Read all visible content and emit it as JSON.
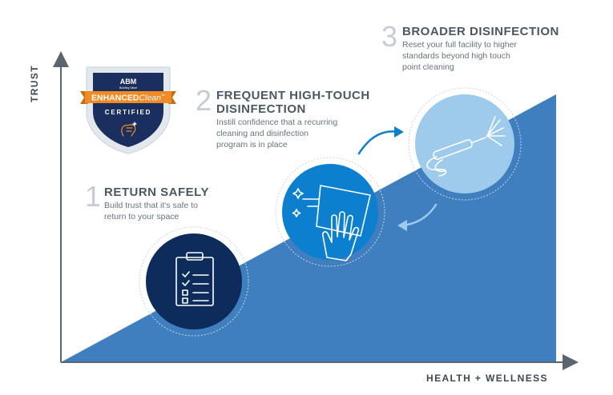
{
  "badge": {
    "brand": "ABM",
    "sub": "Building Value",
    "ribbon_part1": "ENHANCED",
    "ribbon_part2": "Clean",
    "trademark": "™",
    "certified": "CERTIFIED"
  },
  "steps": [
    {
      "number": "1",
      "title_lines": [
        "RETURN SAFELY"
      ],
      "desc_lines": [
        "Build trust that it's safe to",
        "return to your space"
      ]
    },
    {
      "number": "2",
      "title_lines": [
        "FREQUENT HIGH-TOUCH",
        "DISINFECTION"
      ],
      "desc_lines": [
        "Instill confidence that a recurring",
        "cleaning and disinfection",
        "program is in place"
      ]
    },
    {
      "number": "3",
      "title_lines": [
        "BROADER DISINFECTION"
      ],
      "desc_lines": [
        "Reset your full facility to higher",
        "standards beyond high touch",
        "point cleaning"
      ]
    }
  ],
  "axes": {
    "y_label": "TRUST",
    "x_label": "HEALTH + WELLNESS"
  },
  "icons": [
    "clipboard-checklist-icon",
    "hand-wiping-cloth-icon",
    "electrostatic-sprayer-icon"
  ],
  "colors": {
    "ramp": "#3f7fbf",
    "navy": "#0d2b5b",
    "blue": "#0d7fcf",
    "light_blue": "#9ecbec",
    "badge_orange": "#f08a24",
    "arrow": "#0d7fcf",
    "axis": "#5b6570"
  }
}
